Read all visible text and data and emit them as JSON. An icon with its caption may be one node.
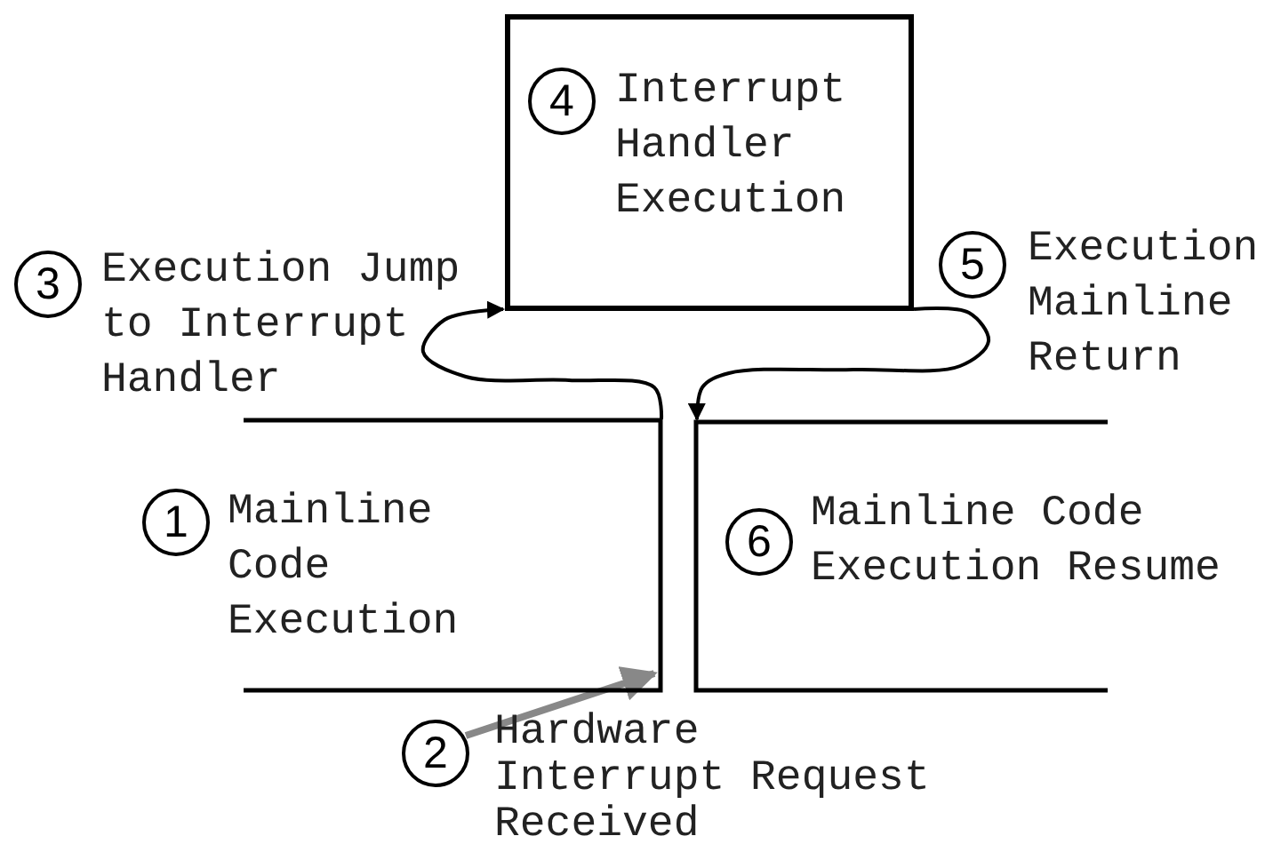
{
  "diagram": {
    "nodes": [
      {
        "text": [
          "4",
          "Interrupt Handler Execution"
        ]
      },
      {
        "text": [
          "1",
          "Mainline Code Execution"
        ]
      },
      {
        "text": [
          "6",
          "Mainline Code Execution Resume"
        ]
      },
      {
        "text": [
          "2",
          "Hardware Interrupt Request Received"
        ]
      },
      {
        "text": [
          "3",
          "Execution Jump to Interrupt Handler"
        ]
      },
      {
        "text": [
          "5",
          "Execution Mainline Return"
        ]
      }
    ],
    "edges": [
      {
        "from": 1,
        "to": 0,
        "arrow": "to"
      },
      {
        "from": 0,
        "to": 2,
        "arrow": "to"
      },
      {
        "from": 3,
        "to": 1,
        "arrow": "to",
        "color": "#888888",
        "style": "thick"
      }
    ]
  }
}
